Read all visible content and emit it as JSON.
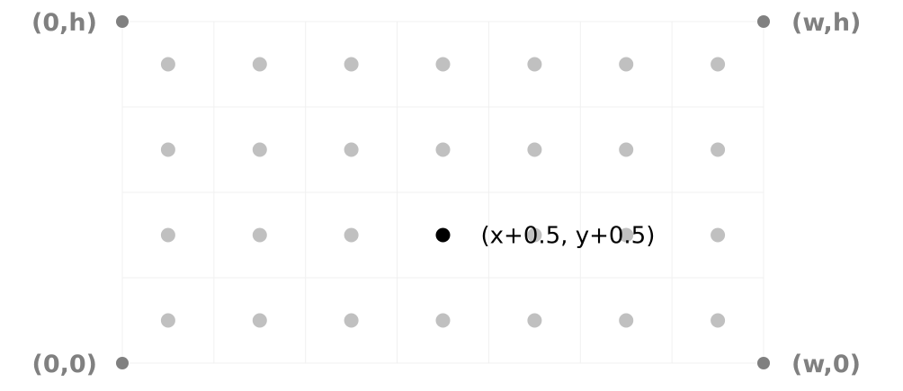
{
  "diagram": {
    "columns": 7,
    "rows": 4,
    "highlight_cell": {
      "column": 3,
      "row": 2
    },
    "highlight_label": "(x+0.5, y+0.5)",
    "corners": {
      "top_left": "(0,h)",
      "top_right": "(w,h)",
      "bottom_left": "(0,0)",
      "bottom_right": "(w,0)"
    },
    "colors": {
      "grid_line": "#f0f0f0",
      "pixel_center": "#c0c0c0",
      "highlight": "#000000",
      "corner": "#808080"
    }
  }
}
